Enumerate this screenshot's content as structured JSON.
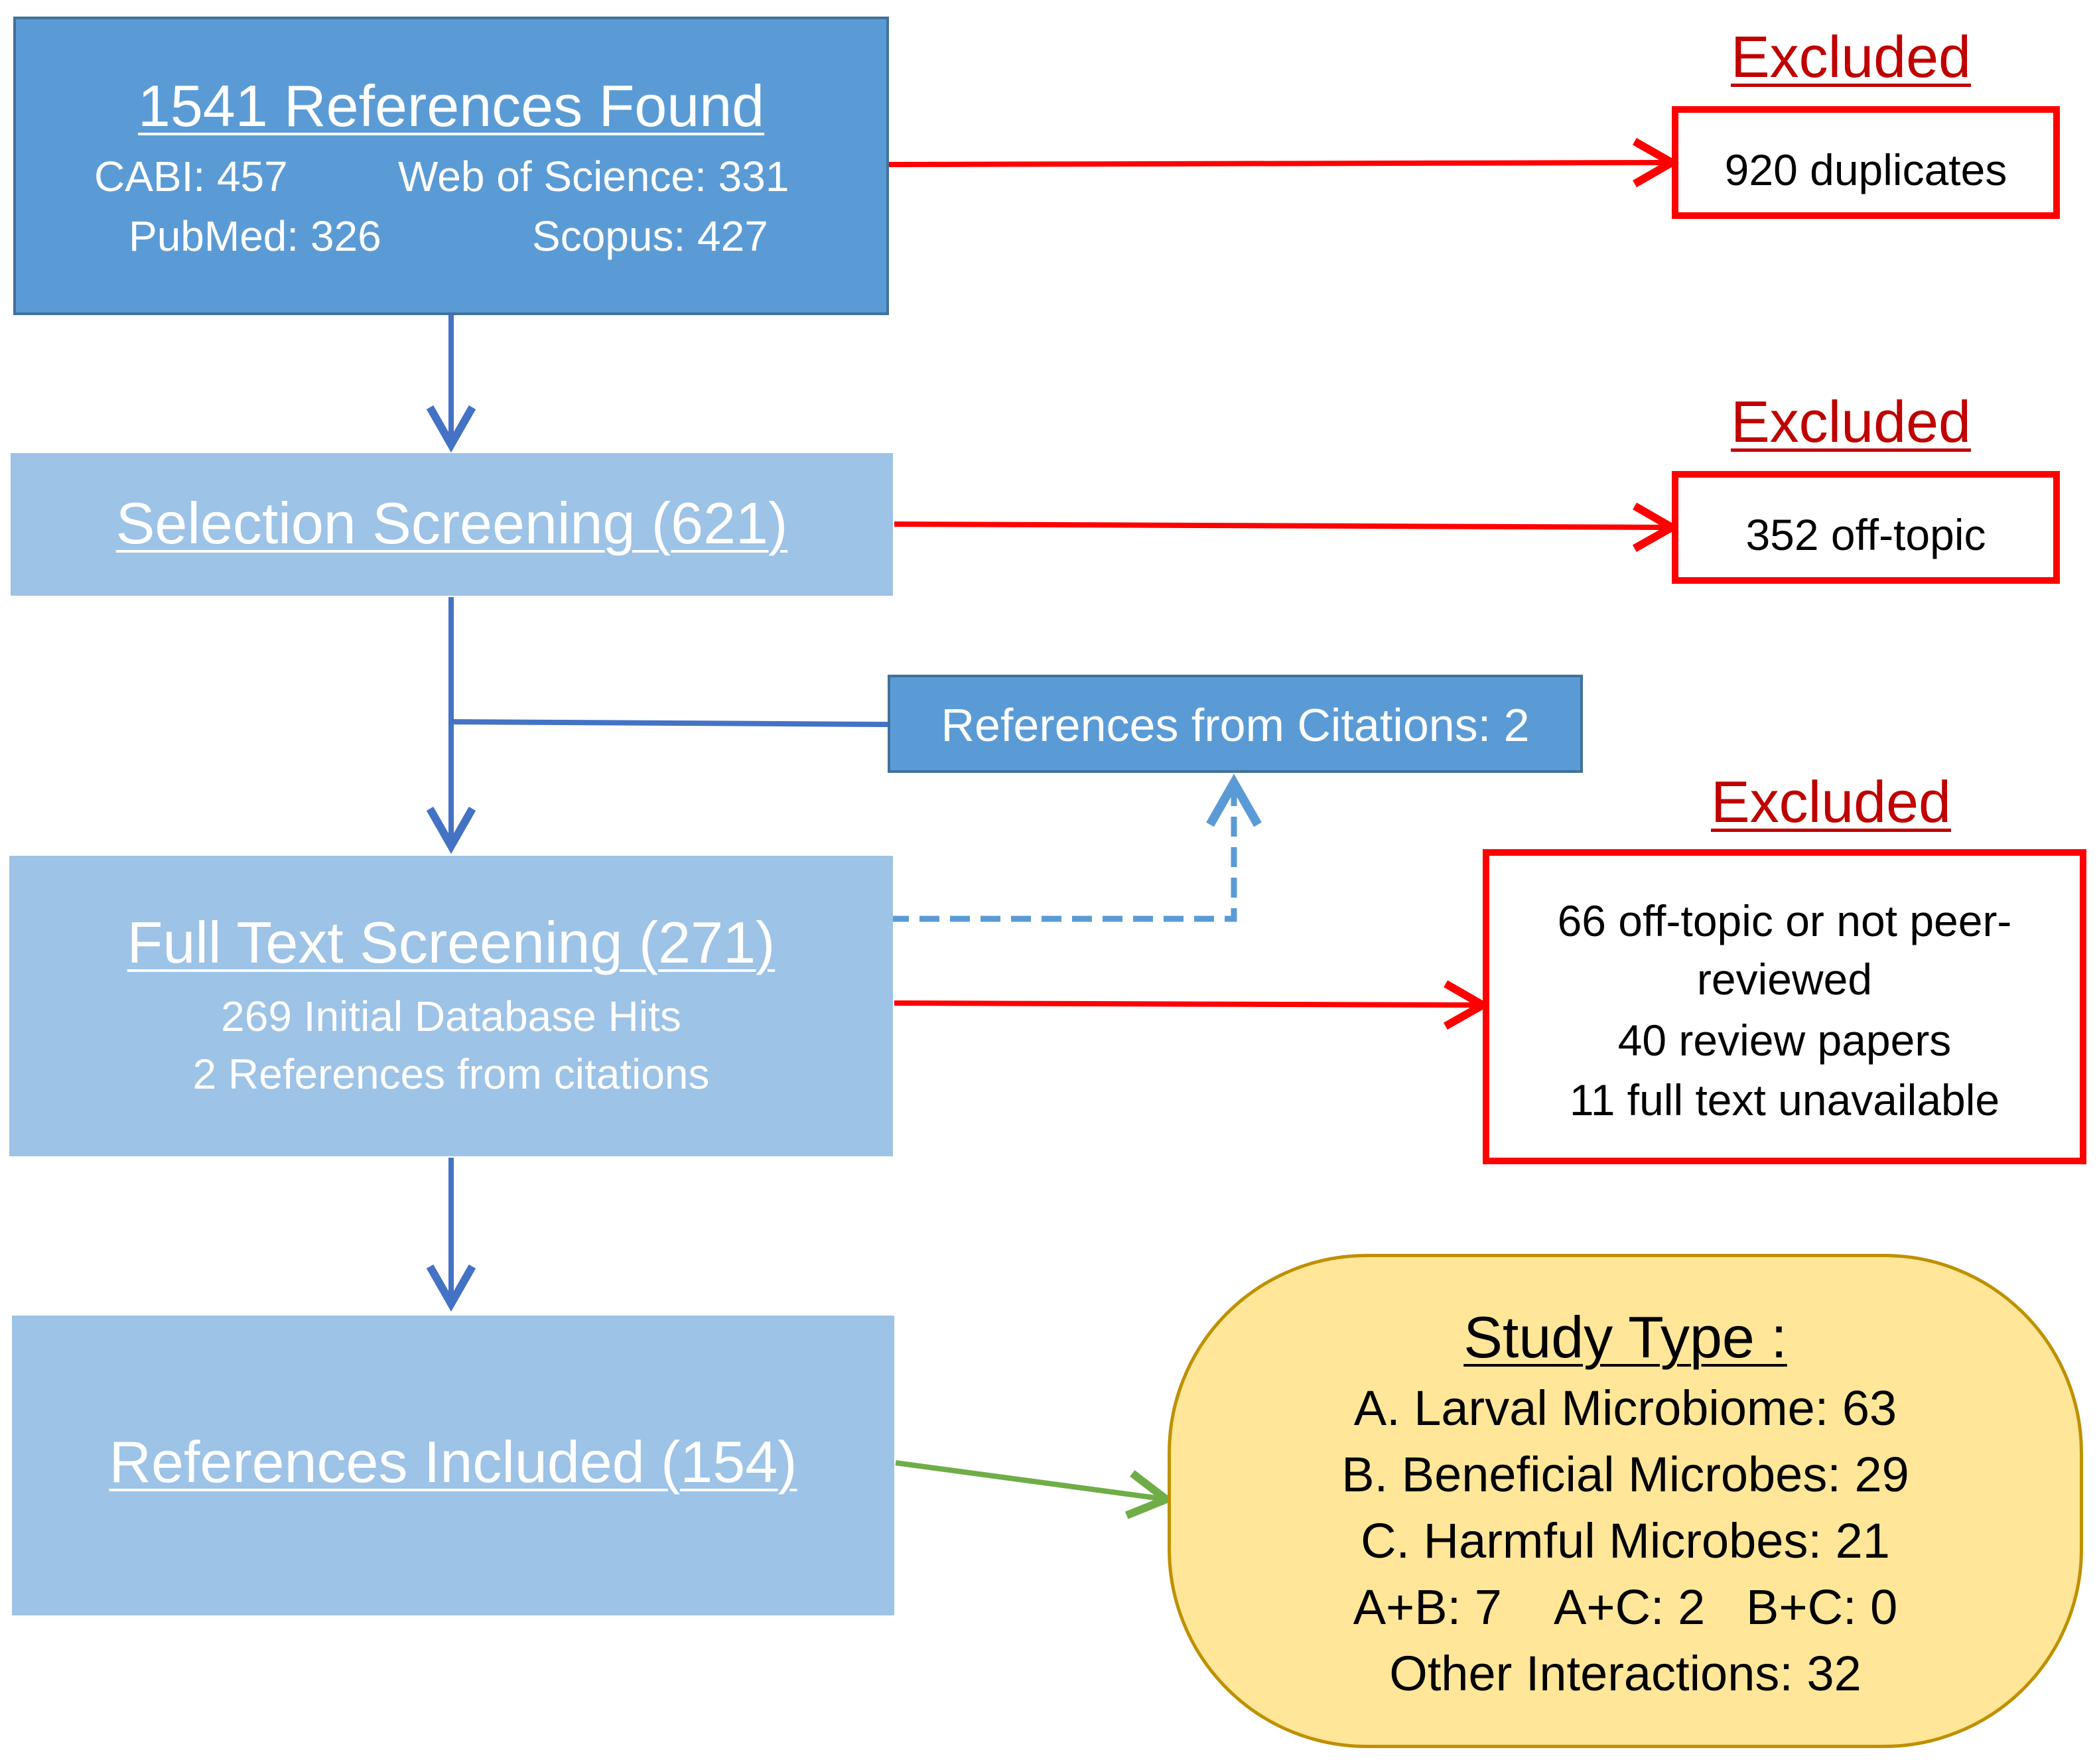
{
  "found": {
    "title": "1541 References Found",
    "cabi": "CABI: 457",
    "wos": "Web of Science: 331",
    "pubmed": "PubMed: 326",
    "scopus": "Scopus: 427"
  },
  "selection": {
    "title": "Selection Screening (621)"
  },
  "citations": {
    "label": "References from Citations: 2"
  },
  "fulltext": {
    "title": "Full Text Screening (271)",
    "line1": "269 Initial Database Hits",
    "line2": "2 References from citations"
  },
  "included": {
    "title": "References Included (154)"
  },
  "excluded": [
    {
      "heading": "Excluded",
      "lines": [
        "920 duplicates"
      ]
    },
    {
      "heading": "Excluded",
      "lines": [
        "352 off-topic"
      ]
    },
    {
      "heading": "Excluded",
      "lines": [
        "66 off-topic or not peer-",
        "reviewed",
        "40 review papers",
        "11 full text unavailable"
      ]
    }
  ],
  "study": {
    "title": "Study Type :",
    "lines": [
      "A. Larval Microbiome: 63",
      "B. Beneficial Microbes: 29",
      "C. Harmful Microbes: 21",
      "A+B: 7    A+C: 2   B+C: 0",
      "Other Interactions: 32"
    ]
  },
  "colors": {
    "dark_box": "#5b9bd5",
    "light_box": "#9dc3e6",
    "excluded_red": "#ff0000",
    "excluded_heading": "#c00000",
    "flow_arrow": "#4472c4",
    "dashed_arrow": "#5b9bd5",
    "green_arrow": "#70ad47",
    "study_fill": "#ffe699",
    "study_border": "#bf9000"
  }
}
